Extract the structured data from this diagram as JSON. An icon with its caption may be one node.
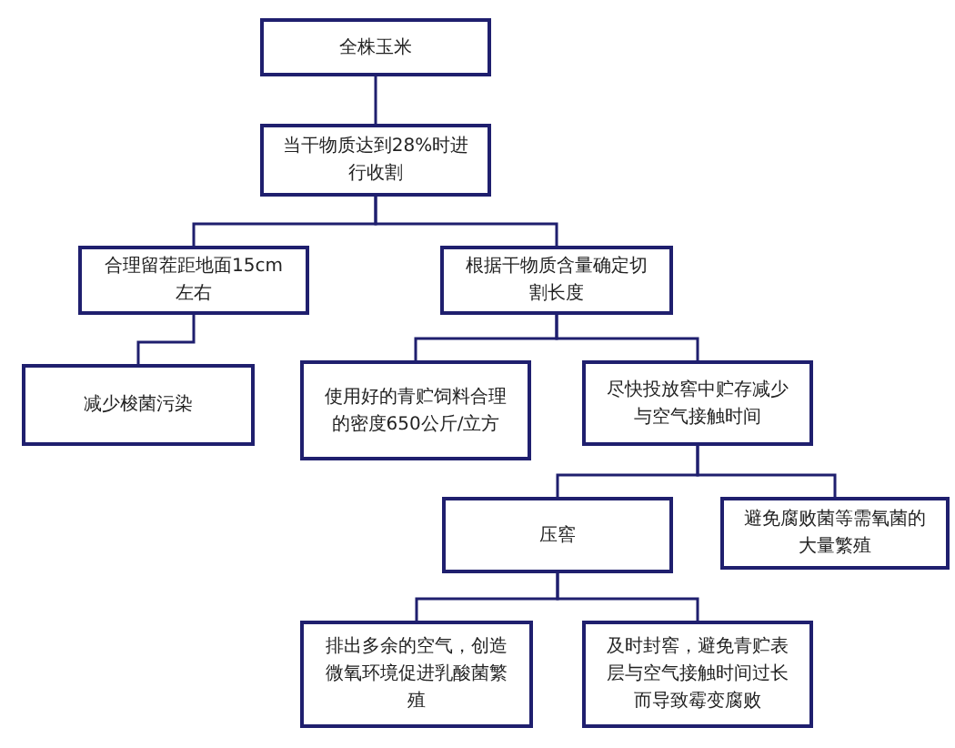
{
  "diagram": {
    "nodes": [
      {
        "text": [
          "全株玉米"
        ]
      },
      {
        "text": [
          "当干物质达到28%时进行收割"
        ]
      },
      {
        "text": [
          "合理留茬距地面15cm左右"
        ]
      },
      {
        "text": [
          "根据干物质含量确定切割长度"
        ]
      },
      {
        "text": [
          "减少梭菌污染"
        ]
      },
      {
        "text": [
          "使用好的青贮饲料合理的密度650公斤/立方"
        ]
      },
      {
        "text": [
          "尽快投放窖中贮存减少与空气接触时间"
        ]
      },
      {
        "text": [
          "压窖"
        ]
      },
      {
        "text": [
          "避免腐败菌等需氧菌的大量繁殖"
        ]
      },
      {
        "text": [
          "排出多余的空气，创造微氧环境促进乳酸菌繁殖"
        ]
      },
      {
        "text": [
          "及时封窖，避免青贮表层与空气接触时间过长而导致霉变腐败"
        ]
      }
    ],
    "edges": [
      {
        "from": 0,
        "to": 1,
        "arrow": "none"
      },
      {
        "from": 1,
        "to": 2,
        "arrow": "none"
      },
      {
        "from": 1,
        "to": 3,
        "arrow": "none"
      },
      {
        "from": 2,
        "to": 4,
        "arrow": "none"
      },
      {
        "from": 3,
        "to": 5,
        "arrow": "none"
      },
      {
        "from": 3,
        "to": 6,
        "arrow": "none"
      },
      {
        "from": 6,
        "to": 7,
        "arrow": "none"
      },
      {
        "from": 6,
        "to": 8,
        "arrow": "none"
      },
      {
        "from": 7,
        "to": 9,
        "arrow": "none"
      },
      {
        "from": 7,
        "to": 10,
        "arrow": "none"
      }
    ]
  }
}
